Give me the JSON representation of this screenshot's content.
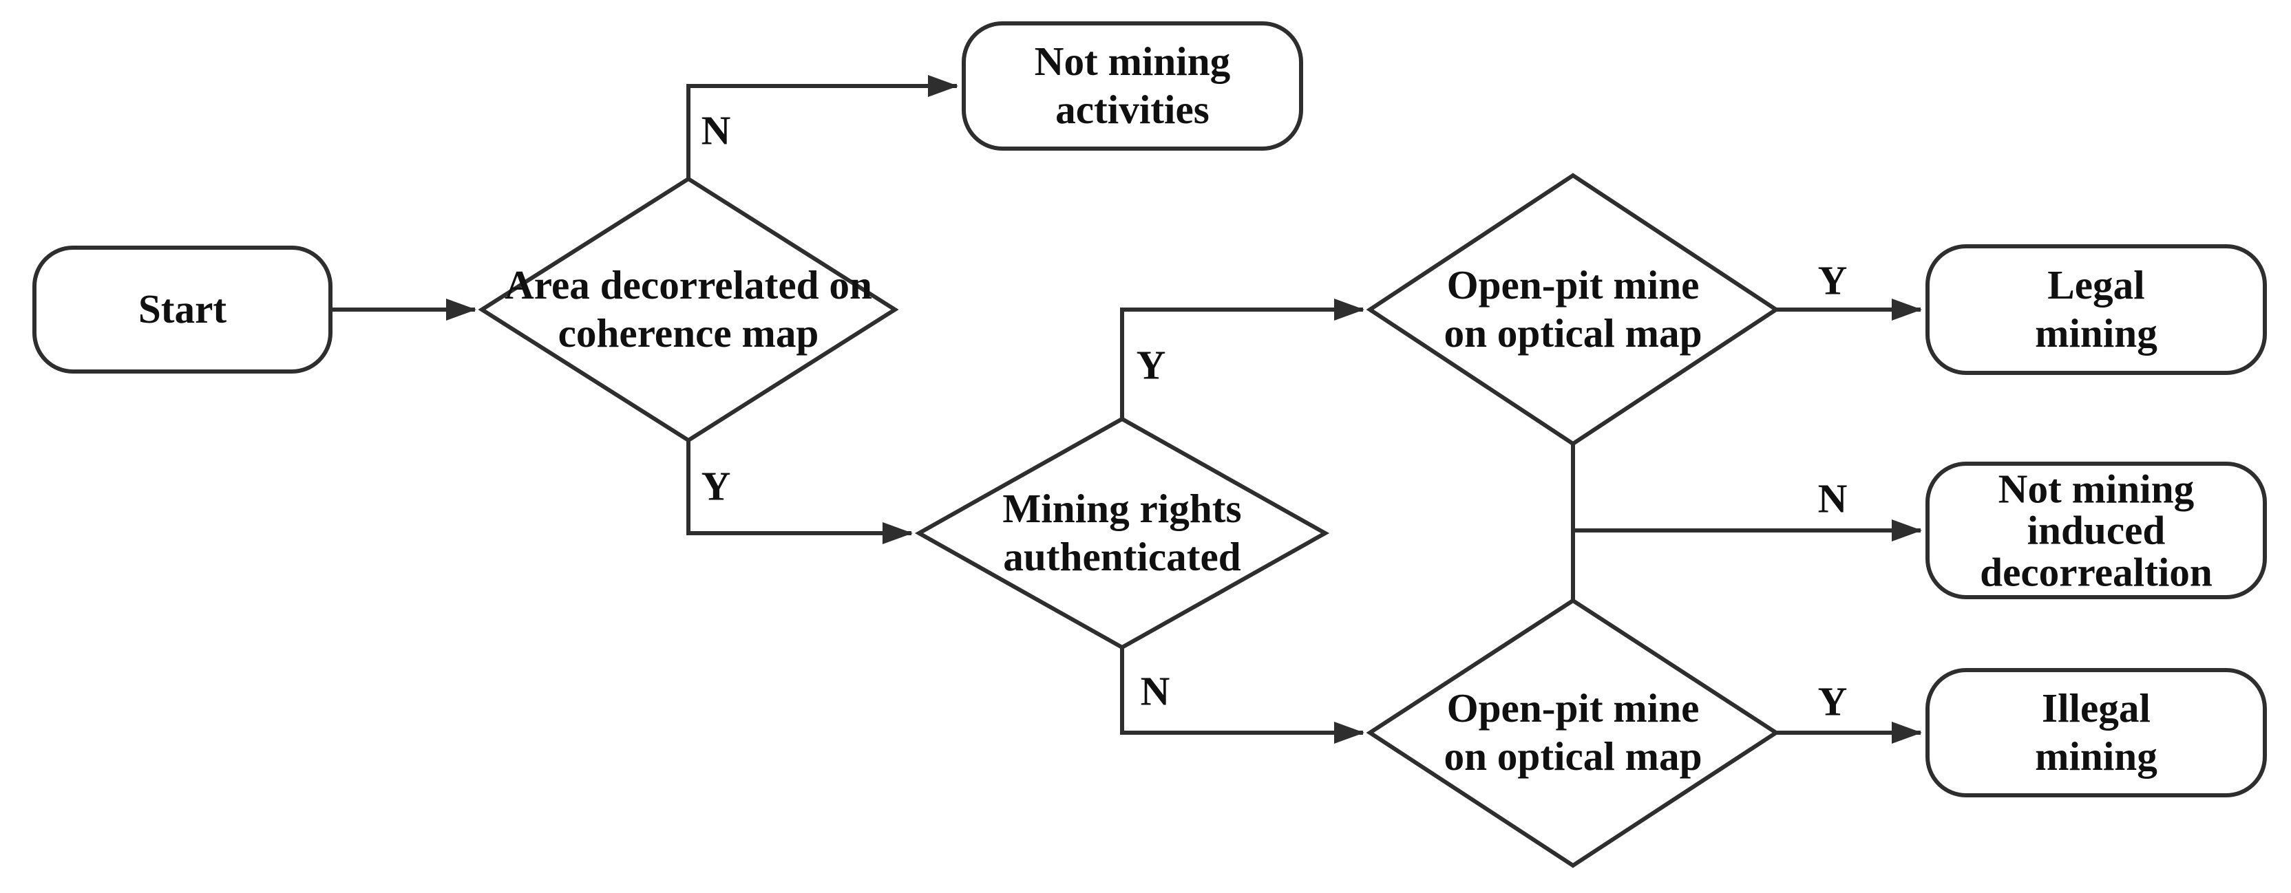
{
  "diagram_type": "flowchart",
  "colors": {
    "background": "#ffffff",
    "stroke": "#2e2e2e",
    "text": "#101010"
  },
  "nodes": {
    "start": {
      "label": "Start",
      "shape": "terminator"
    },
    "area_decorrelated": {
      "label": "Area decorrelated on\ncoherence map",
      "shape": "decision"
    },
    "not_mining_activities": {
      "label": "Not mining\nactivities",
      "shape": "terminator"
    },
    "mining_rights": {
      "label": "Mining rights\nauthenticated",
      "shape": "decision"
    },
    "open_pit_top": {
      "label": "Open-pit mine\non optical map",
      "shape": "decision"
    },
    "legal_mining": {
      "label": "Legal mining",
      "shape": "terminator"
    },
    "not_mining_induced": {
      "label": "Not mining\ninduced\ndecorrealtion",
      "shape": "terminator"
    },
    "open_pit_bottom": {
      "label": "Open-pit mine\non optical map",
      "shape": "decision"
    },
    "illegal_mining": {
      "label": "Illegal mining",
      "shape": "terminator"
    }
  },
  "edges": [
    {
      "from": "start",
      "to": "area_decorrelated",
      "label": ""
    },
    {
      "from": "area_decorrelated",
      "to": "not_mining_activities",
      "label": "N"
    },
    {
      "from": "area_decorrelated",
      "to": "mining_rights",
      "label": "Y"
    },
    {
      "from": "mining_rights",
      "to": "open_pit_top",
      "label": "Y"
    },
    {
      "from": "mining_rights",
      "to": "open_pit_bottom",
      "label": "N"
    },
    {
      "from": "open_pit_top",
      "to": "legal_mining",
      "label": "Y"
    },
    {
      "from": "open_pit_top",
      "to": "not_mining_induced",
      "label": "N"
    },
    {
      "from": "open_pit_bottom",
      "to": "illegal_mining",
      "label": "Y"
    }
  ]
}
